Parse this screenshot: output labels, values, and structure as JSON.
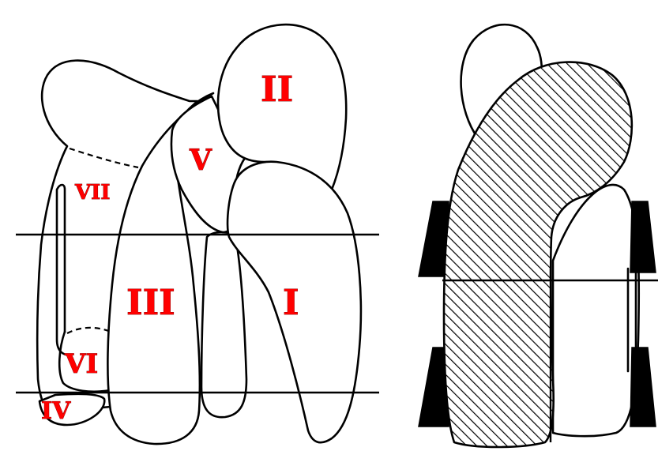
{
  "labels": {
    "I": "I",
    "II": "II",
    "III": "III",
    "IV": "IV",
    "V": "V",
    "VI": "VI",
    "VII": "VII"
  },
  "colors": {
    "label_fill": "#ff0000",
    "outline": "#000000",
    "background": "#ffffff"
  }
}
